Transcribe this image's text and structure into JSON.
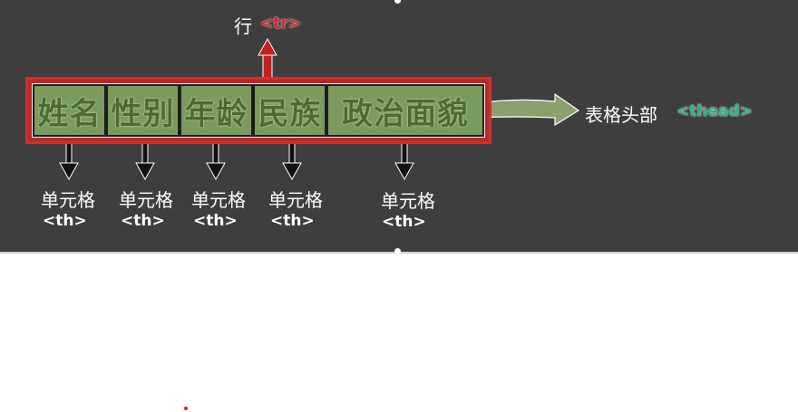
{
  "row_label": "行",
  "row_tag": "<tr>",
  "header_label": "表格头部",
  "header_tag": "<thead>",
  "cells": [
    {
      "text": "姓名",
      "caption": "单元格",
      "tag": "<th>"
    },
    {
      "text": "性别",
      "caption": "单元格",
      "tag": "<th>"
    },
    {
      "text": "年龄",
      "caption": "单元格",
      "tag": "<th>"
    },
    {
      "text": "民族",
      "caption": "单元格",
      "tag": "<th>"
    },
    {
      "text": "政治面貌",
      "caption": "单元格",
      "tag": "<th>"
    }
  ],
  "colors": {
    "panel": "#3e3e3e",
    "cell_fill": "#7a9a5e",
    "row_border": "#d03030",
    "thead_tag": "#35b08a",
    "arrow_green": "#8aa06e"
  }
}
